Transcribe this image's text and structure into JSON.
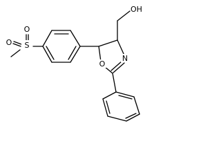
{
  "molecule": {
    "atoms": {
      "o_sulfonyl_top": "O",
      "sulfur": "S",
      "o_sulfonyl_bottom": "O",
      "ring_oxygen": "O",
      "ring_nitrogen": "N",
      "hydroxyl": "OH",
      "stereo_label_c4": "",
      "stereo_label_c5": ""
    }
  }
}
